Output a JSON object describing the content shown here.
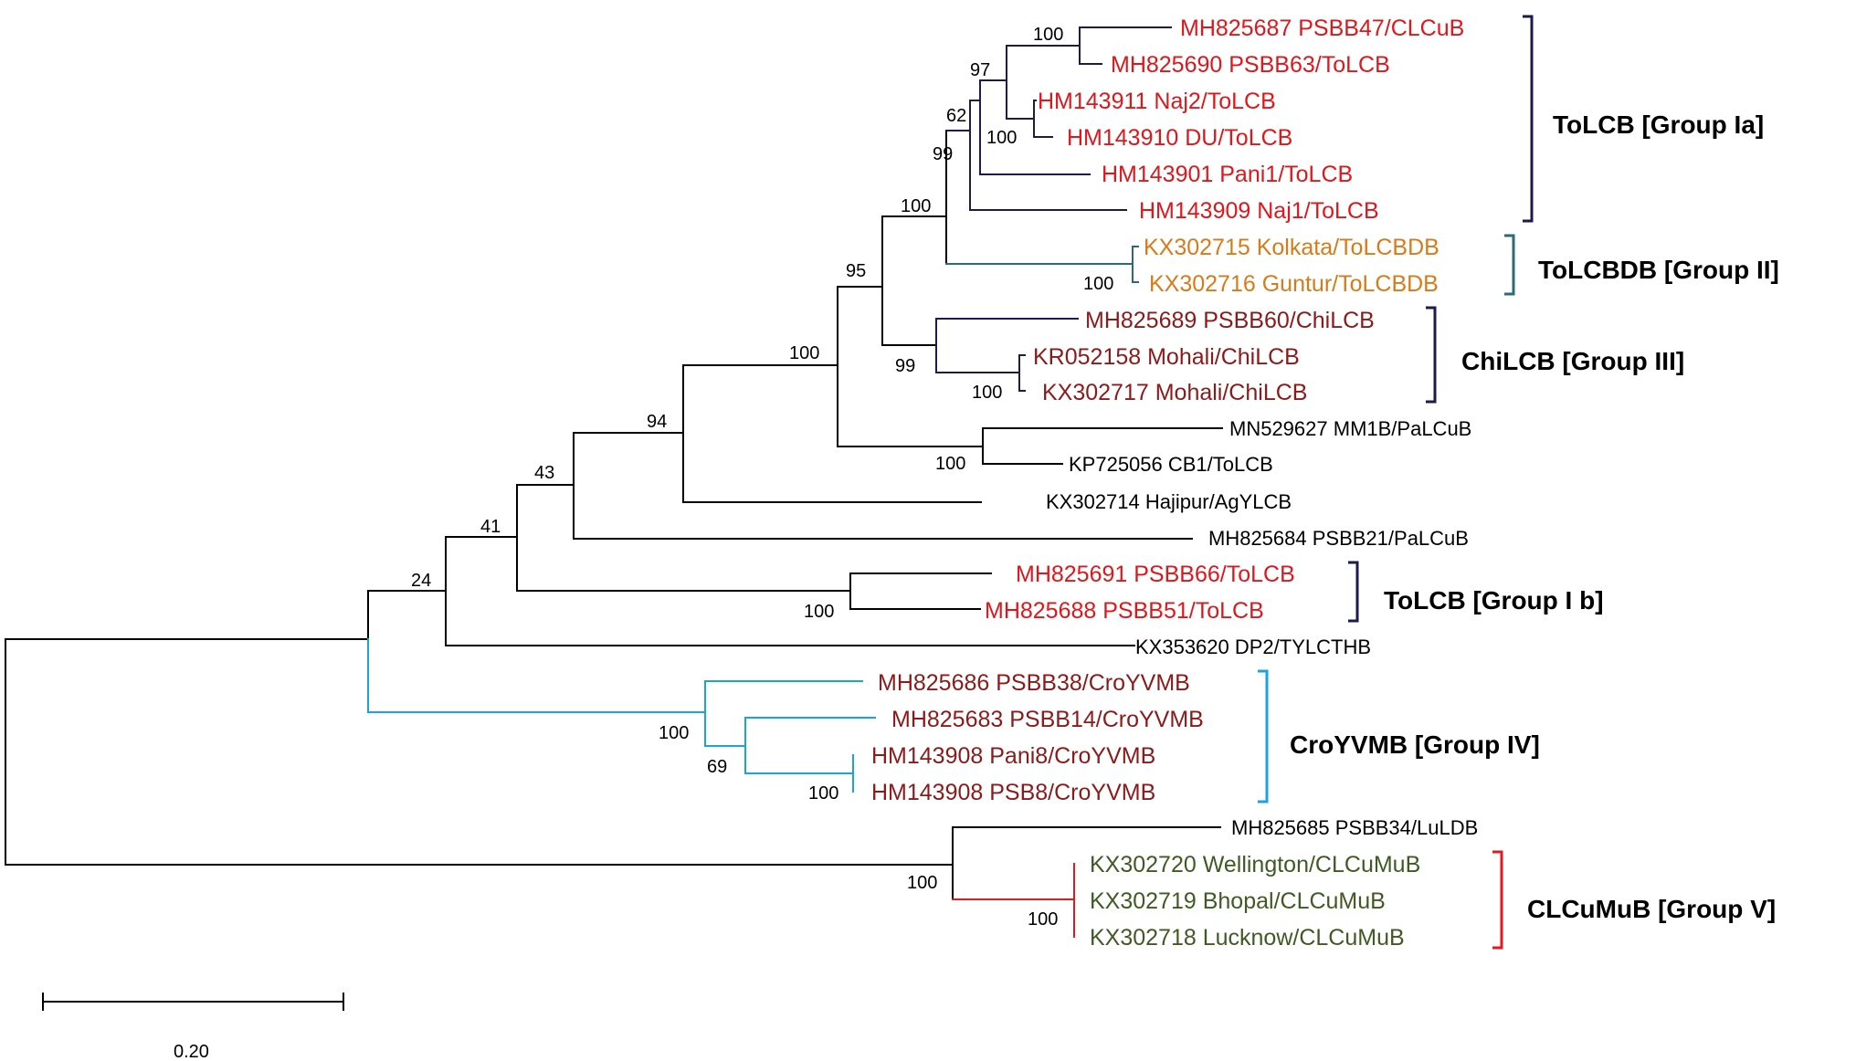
{
  "colors": {
    "dark_red": "#8b1a1a",
    "red": "#e0161b",
    "orange": "#d97a18",
    "green": "#3f5a22",
    "black": "#000000",
    "navy": "#1e1a4a",
    "teal": "#2a6b7a",
    "cyan": "#1aa3de",
    "clade_red": "#e01a22"
  },
  "leaves": {
    "l01": "MH825687 PSBB47/CLCuB",
    "l02": "MH825690 PSBB63/ToLCB",
    "l03": "HM143911 Naj2/ToLCB",
    "l04": "HM143910 DU/ToLCB",
    "l05": "HM143901 Pani1/ToLCB",
    "l06": "HM143909 Naj1/ToLCB",
    "l07": "KX302715 Kolkata/ToLCBDB",
    "l08": "KX302716 Guntur/ToLCBDB",
    "l09": "MH825689 PSBB60/ChiLCB",
    "l10": "KR052158 Mohali/ChiLCB",
    "l11": "KX302717 Mohali/ChiLCB",
    "l12": "MN529627 MM1B/PaLCuB",
    "l13": "KP725056 CB1/ToLCB",
    "l14": "KX302714 Hajipur/AgYLCB",
    "l15": "MH825684 PSBB21/PaLCuB",
    "l16": "MH825691 PSBB66/ToLCB",
    "l17": "MH825688 PSBB51/ToLCB",
    "l18": "KX353620 DP2/TYLCTHB",
    "l19": "MH825686 PSBB38/CroYVMB",
    "l20": "MH825683 PSBB14/CroYVMB",
    "l21": "HM143908 Pani8/CroYVMB",
    "l22": "HM143908 PSB8/CroYVMB",
    "l23": "MH825685 PSBB34/LuLDB",
    "l24": "KX302720 Wellington/CLCuMuB",
    "l25": "KX302719 Bhopal/CLCuMuB",
    "l26": "KX302718 Lucknow/CLCuMuB"
  },
  "bootstrap": {
    "b01": "100",
    "b02": "97",
    "b03": "62",
    "b04": "100",
    "b05": "99",
    "b06": "100",
    "b07": "100",
    "b08": "95",
    "b09": "99",
    "b10": "100",
    "b11": "100",
    "b12": "100",
    "b13": "94",
    "b14": "43",
    "b15": "41",
    "b16": "100",
    "b17": "24",
    "b18": "100",
    "b19": "69",
    "b20": "100",
    "b21": "100",
    "b22": "100"
  },
  "groups": {
    "g1": "ToLCB [Group Ia]",
    "g2": "ToLCBDB [Group II]",
    "g3": "ChiLCB [Group III]",
    "g4": "ToLCB [Group I b]",
    "g5": "CroYVMB [Group IV]",
    "g6": "CLCuMuB [Group V]"
  },
  "scale": {
    "label": "0.20"
  }
}
